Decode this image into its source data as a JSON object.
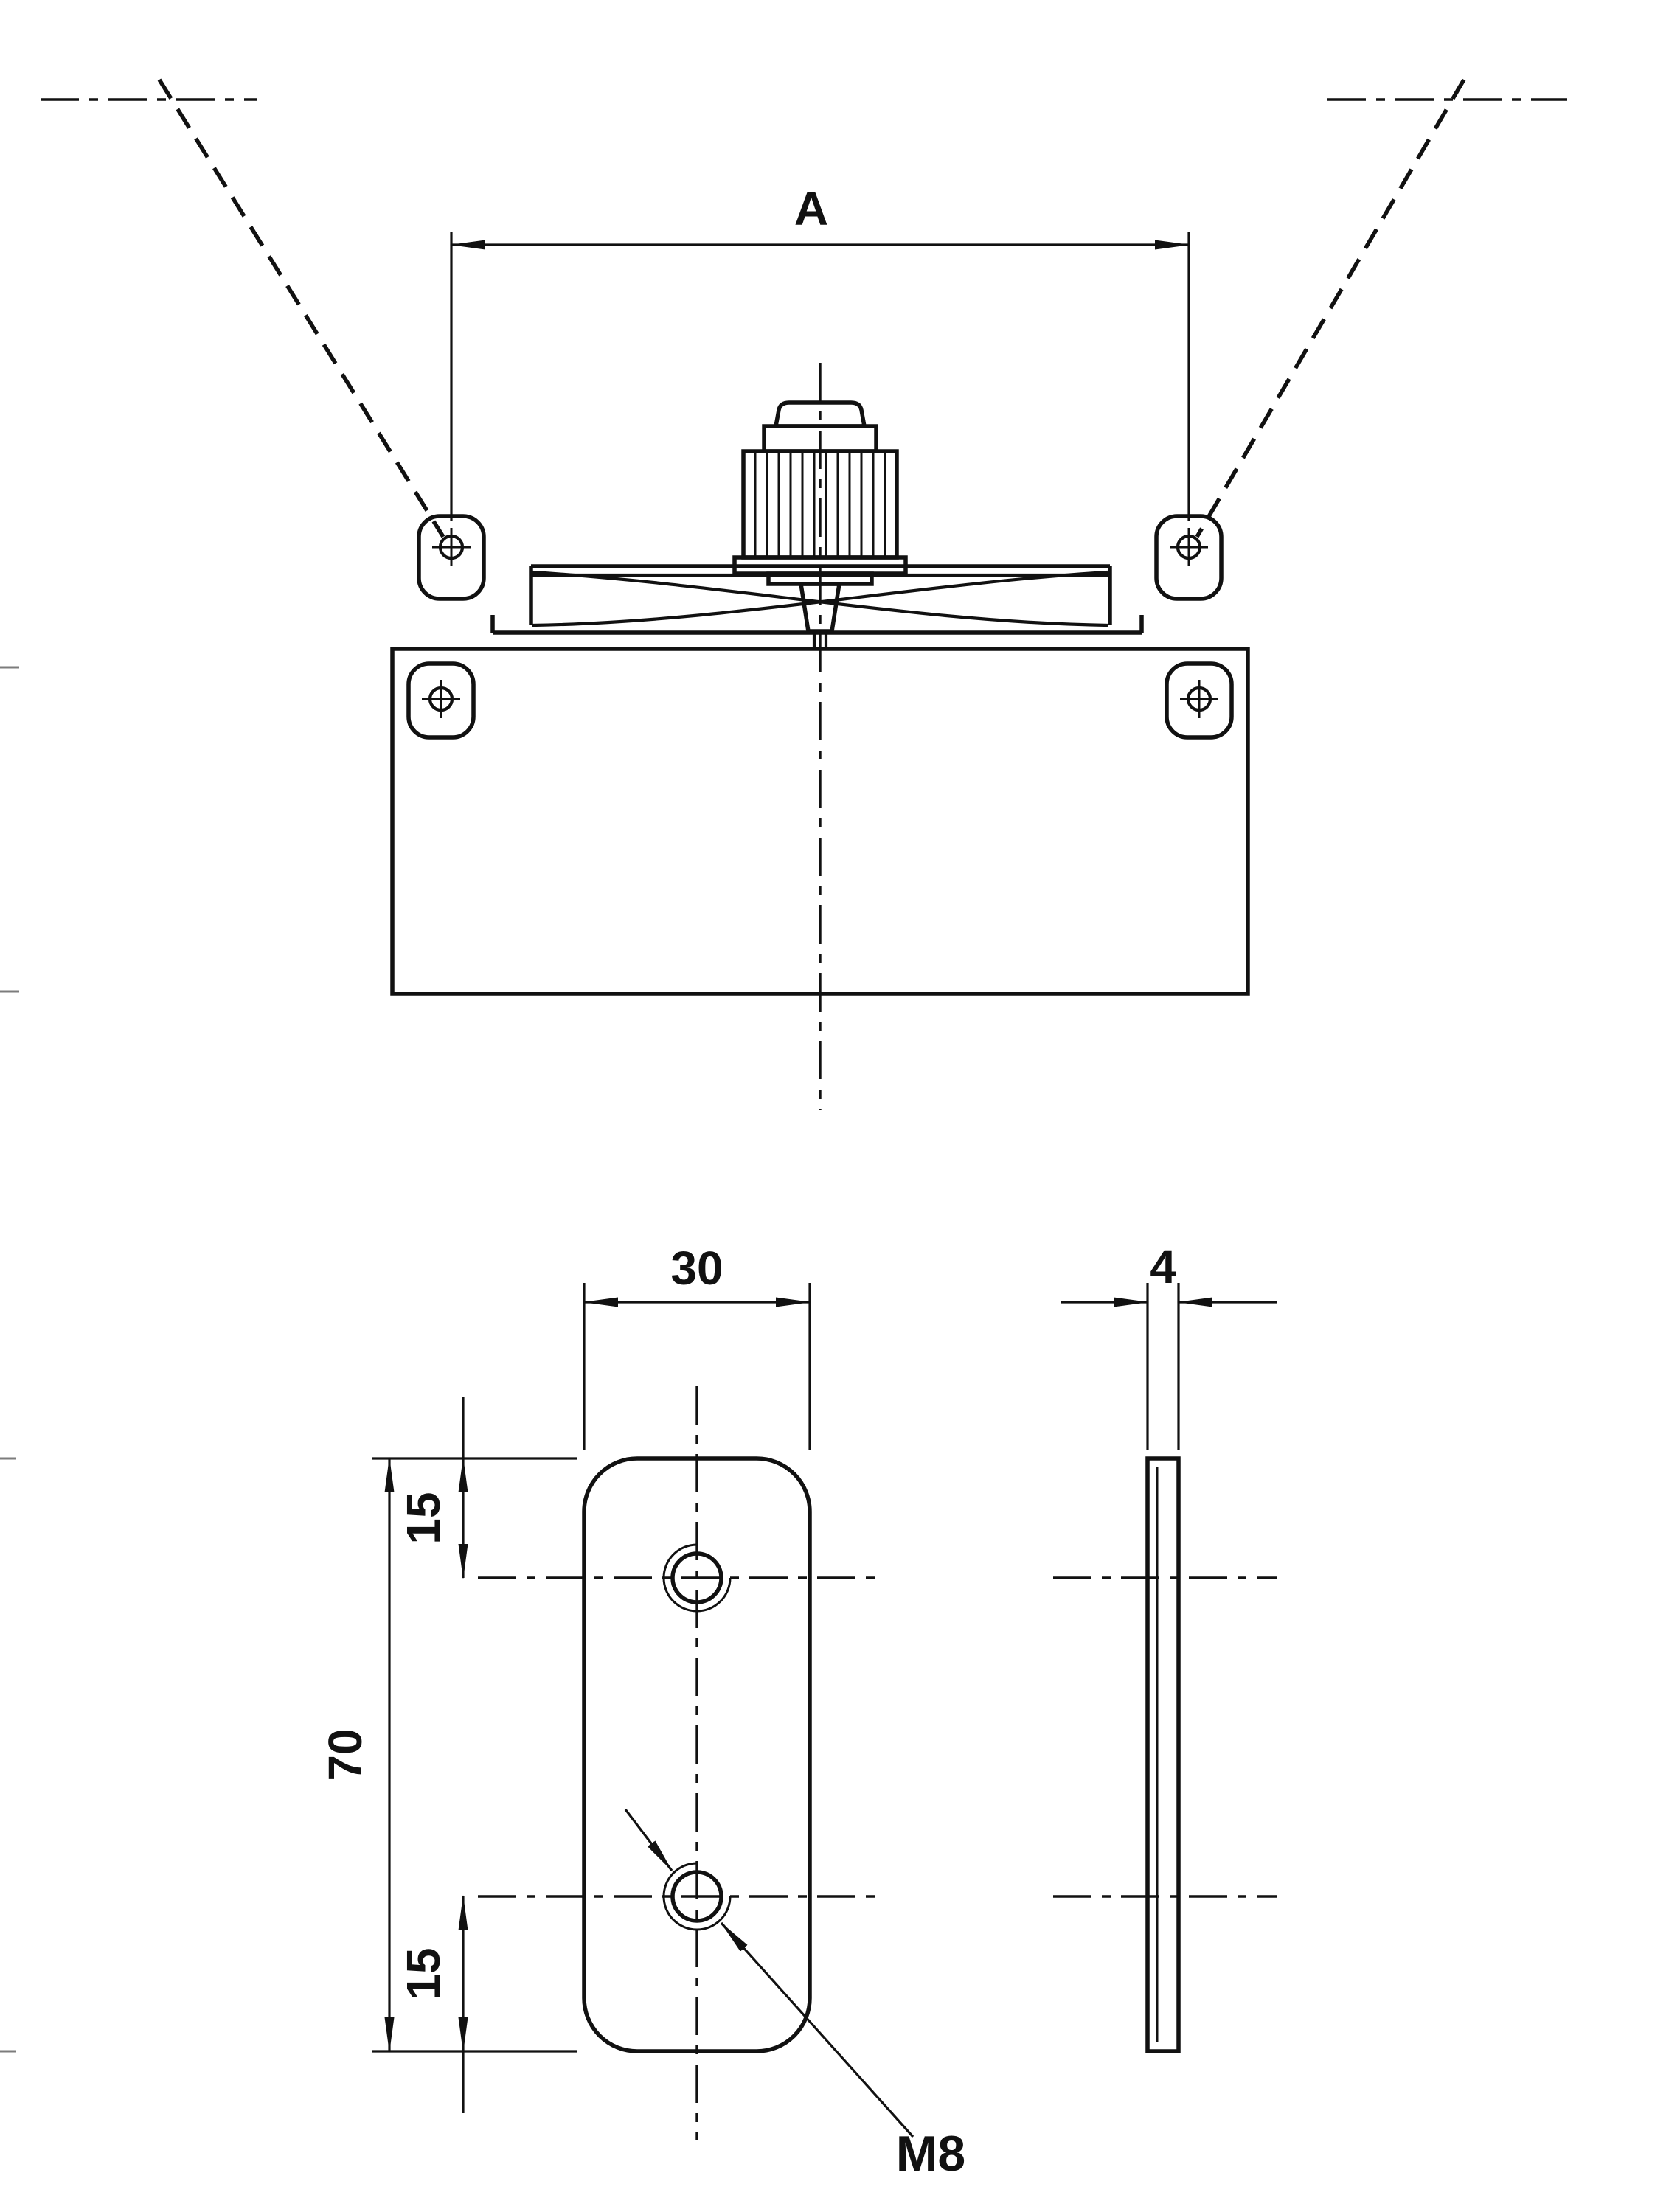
{
  "colors": {
    "background": "#ffffff",
    "line": "#111111"
  },
  "assembly_view": {
    "span_dimension_label": "A"
  },
  "bracket_detail": {
    "front_view": {
      "width_dimension": "30",
      "height_dimension": "70",
      "top_hole_offset_dimension": "15",
      "bottom_hole_offset_dimension": "15",
      "thread_callout": "M8"
    },
    "side_view": {
      "thickness_dimension": "4"
    }
  }
}
